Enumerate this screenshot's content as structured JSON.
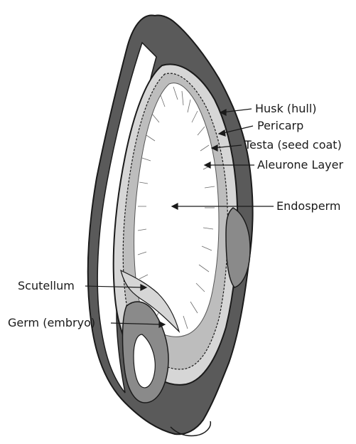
{
  "labels": {
    "husk": "Husk (hull)",
    "pericarp": "Pericarp",
    "testa": "Testa (seed coat)",
    "aleurone": "Aleurone Layer",
    "endosperm": "Endosperm",
    "scutellum": "Scutellum",
    "germ": "Germ (embryo)"
  },
  "colors": {
    "ink": "#1a1a1a",
    "husk_fill": "#5a5a5a",
    "shade": "#8a8a8a",
    "light": "#d6d6d6",
    "background": "#ffffff"
  }
}
